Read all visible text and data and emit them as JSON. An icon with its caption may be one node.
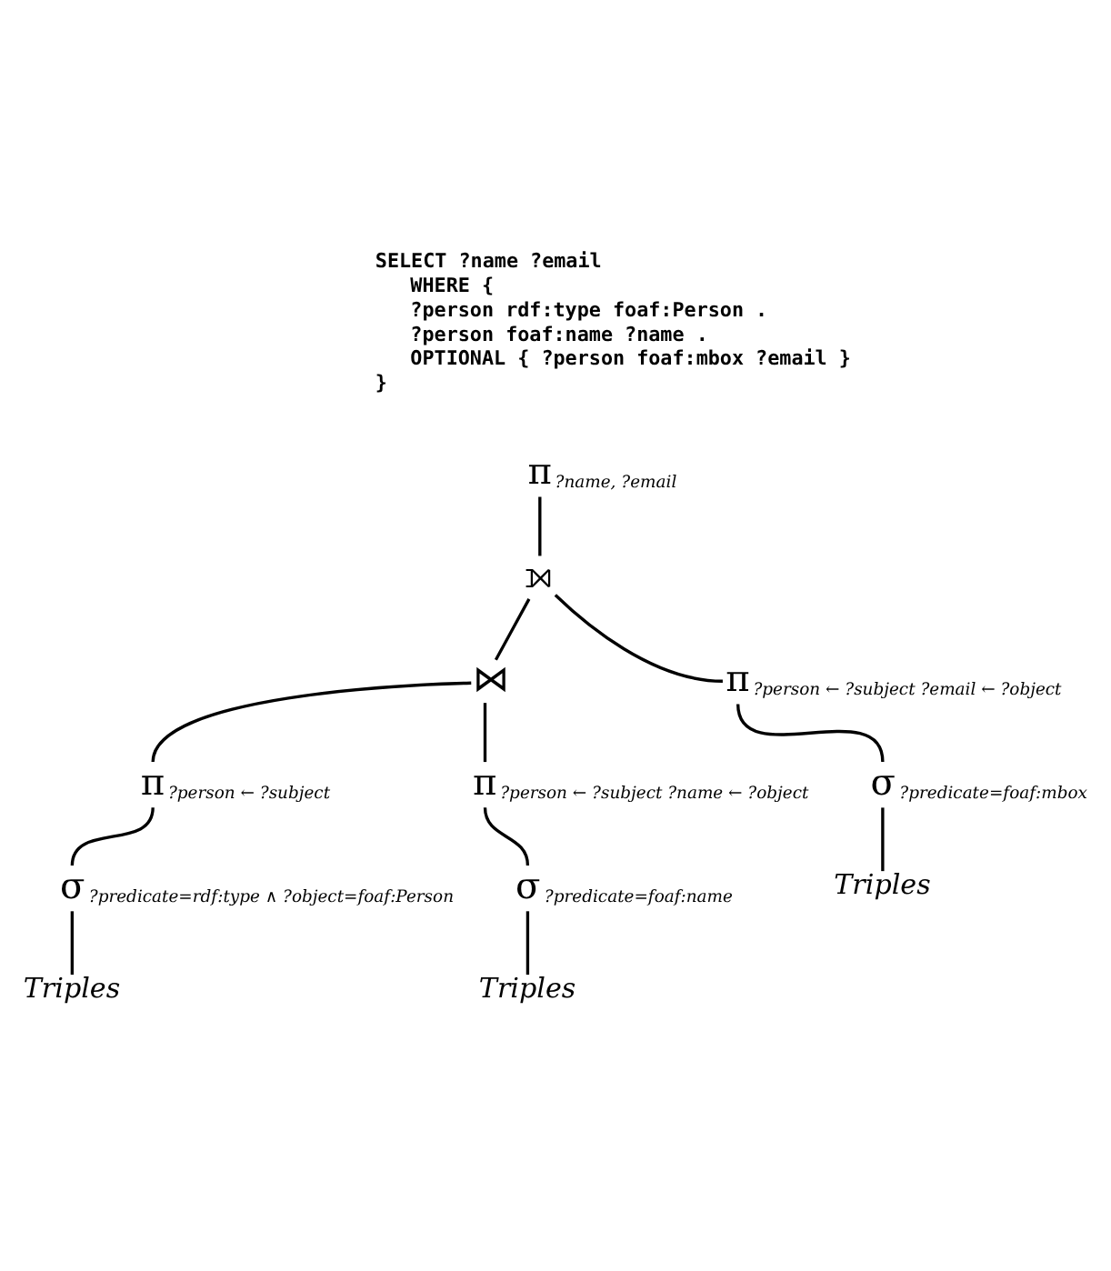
{
  "diagram": {
    "nodes": [
      {
        "text": [
          "π"
        ],
        "beside": [
          "?name, ?email"
        ]
      },
      {
        "text": [
          "⟕"
        ]
      },
      {
        "text": [
          "⋈"
        ]
      },
      {
        "text": [
          "π"
        ],
        "beside": [
          "?person ← ?subject ?email ← ?object"
        ]
      },
      {
        "text": [
          "π"
        ],
        "beside": [
          "?person ← ?subject"
        ]
      },
      {
        "text": [
          "π"
        ],
        "beside": [
          "?person ← ?subject ?name ← ?object"
        ]
      },
      {
        "text": [
          "σ"
        ],
        "beside": [
          "?predicate=foaf:mbox"
        ]
      },
      {
        "text": [
          "σ"
        ],
        "beside": [
          "?predicate=rdf:type ∧ ?object=foaf:Person"
        ]
      },
      {
        "text": [
          "σ"
        ],
        "beside": [
          "?predicate=foaf:name"
        ]
      },
      {
        "text": [
          "Triples"
        ]
      },
      {
        "text": [
          "Triples"
        ]
      },
      {
        "text": [
          "Triples"
        ]
      }
    ],
    "edges": [
      {
        "from": 0,
        "to": 1,
        "arrow": "none"
      },
      {
        "from": 1,
        "to": 2,
        "arrow": "none"
      },
      {
        "from": 1,
        "to": 3,
        "arrow": "none"
      },
      {
        "from": 2,
        "to": 4,
        "arrow": "none"
      },
      {
        "from": 2,
        "to": 5,
        "arrow": "none"
      },
      {
        "from": 3,
        "to": 6,
        "arrow": "none"
      },
      {
        "from": 4,
        "to": 7,
        "arrow": "none"
      },
      {
        "from": 5,
        "to": 8,
        "arrow": "none"
      },
      {
        "from": 6,
        "to": 9,
        "arrow": "none"
      },
      {
        "from": 7,
        "to": 10,
        "arrow": "none"
      },
      {
        "from": 8,
        "to": 11,
        "arrow": "none"
      }
    ],
    "labels": [
      "SELECT ?name ?email",
      "WHERE {",
      "?person rdf:type foaf:Person .",
      "?person foaf:name ?name .",
      "OPTIONAL { ?person foaf:mbox ?email }",
      "}"
    ]
  }
}
